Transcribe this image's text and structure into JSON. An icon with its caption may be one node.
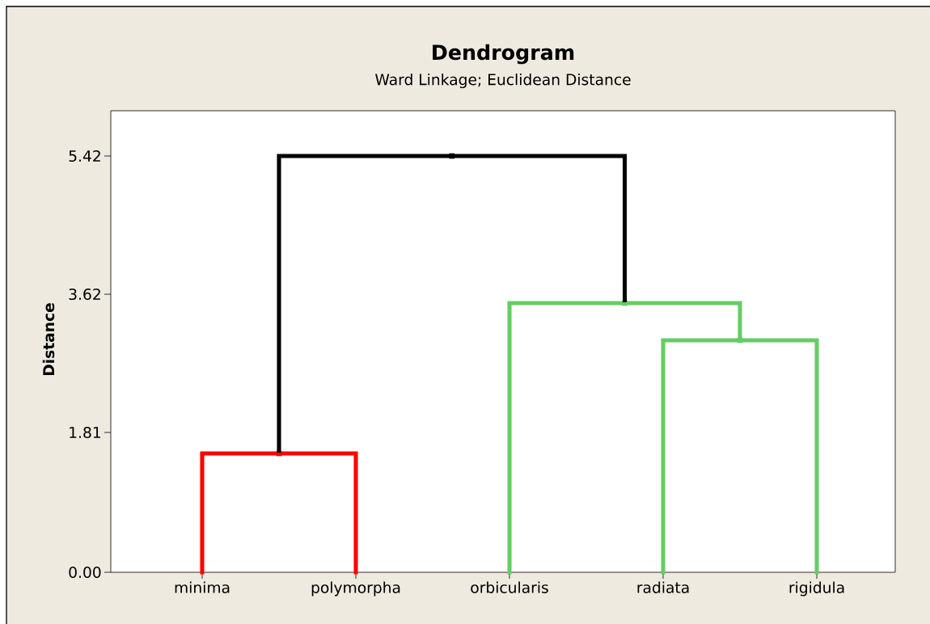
{
  "diagram": {
    "title": "Dendrogram",
    "nodes": [
      {
        "text": [
          "minima"
        ]
      },
      {
        "text": [
          "polymorpha"
        ]
      },
      {
        "text": [
          "orbicularis"
        ]
      },
      {
        "text": [
          "radiata"
        ]
      },
      {
        "text": [
          "rigidula"
        ]
      },
      {
        "text": [],
        "shape": "point"
      },
      {
        "text": [],
        "shape": "point"
      },
      {
        "text": [],
        "shape": "point"
      },
      {
        "text": [],
        "shape": "point"
      }
    ],
    "edges": [
      {
        "from": 0,
        "to": 5,
        "arrow": "none",
        "color": "#ff0000"
      },
      {
        "from": 1,
        "to": 5,
        "arrow": "none",
        "color": "#ff0000"
      },
      {
        "from": 3,
        "to": 6,
        "arrow": "none",
        "color": "#66cc66"
      },
      {
        "from": 4,
        "to": 6,
        "arrow": "none",
        "color": "#66cc66"
      },
      {
        "from": 2,
        "to": 7,
        "arrow": "none",
        "color": "#66cc66"
      },
      {
        "from": 6,
        "to": 7,
        "arrow": "none",
        "color": "#66cc66"
      },
      {
        "from": 5,
        "to": 8,
        "arrow": "none",
        "color": "#000000"
      },
      {
        "from": 7,
        "to": 8,
        "arrow": "none",
        "color": "#000000"
      }
    ],
    "labels": [
      "Ward Linkage; Euclidean Distance",
      "5.42",
      "3.62",
      "Distance",
      "1.81",
      "0.00"
    ]
  }
}
